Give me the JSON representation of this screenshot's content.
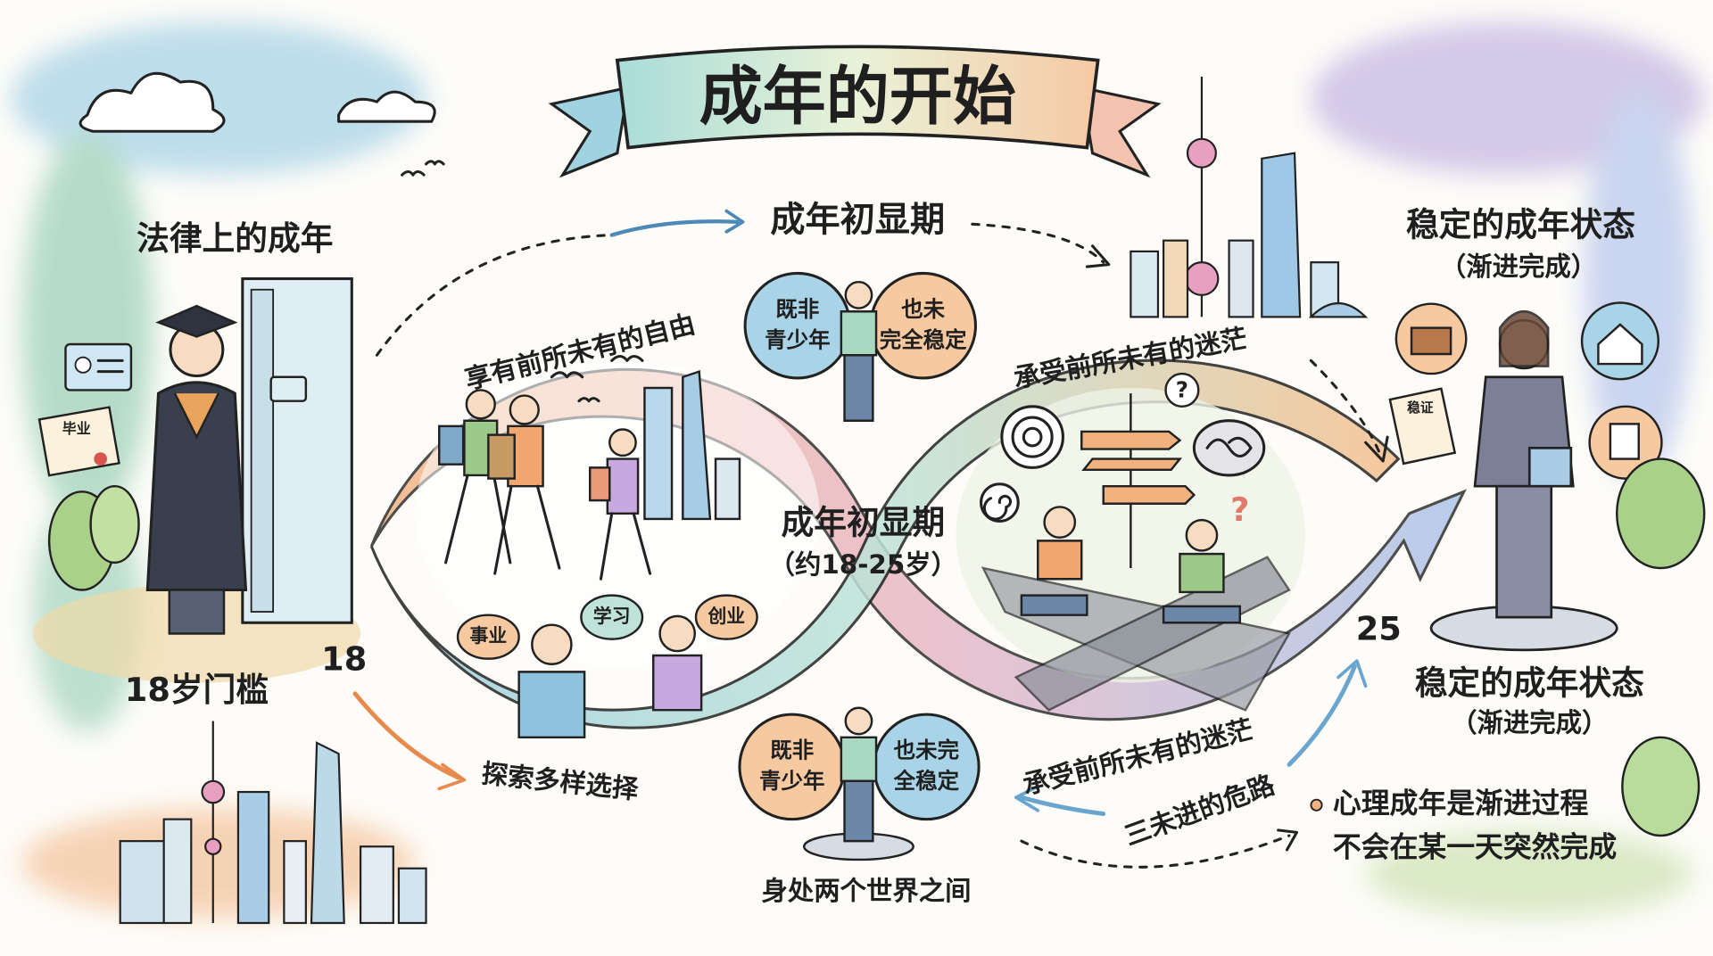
{
  "title": "成年的开始",
  "legal_adulthood": {
    "heading": "法律上的成年",
    "threshold_label": "18岁门槛",
    "age": "18",
    "diploma_label": "毕业"
  },
  "emerging_top": {
    "heading": "成年初显期"
  },
  "stable_top": {
    "heading": "稳定的成年状态",
    "sub": "（渐进完成）",
    "certificate_label": "稳证"
  },
  "stable_bottom": {
    "heading": "稳定的成年状态",
    "sub": "（渐进完成）",
    "age": "25"
  },
  "center": {
    "heading": "成年初显期",
    "range": "（约18-25岁）"
  },
  "left_loop": {
    "arc_label": "享有前所未有的自由",
    "bottom_label": "探索多样选择",
    "bubbles": [
      "事业",
      "学习",
      "创业"
    ]
  },
  "right_loop": {
    "arc_label": "承受前所未有的迷茫",
    "bottom_label": "承受前所未有的迷茫",
    "path_label": "三未进的危路"
  },
  "between_top": {
    "left": [
      "既非",
      "青少年"
    ],
    "right": [
      "也未",
      "完全稳定"
    ]
  },
  "between_bottom": {
    "left": [
      "既非",
      "青少年"
    ],
    "right": [
      "也未完",
      "全稳定"
    ],
    "caption": "身处两个世界之间"
  },
  "note": {
    "line1": "心理成年是渐进过程",
    "line2": "不会在某一天突然完成"
  },
  "colors": {
    "blue": "#8fc3dd",
    "orange": "#f2b27e",
    "green": "#9cc98a",
    "purple": "#b9a6d6",
    "ink": "#1f1f1f"
  }
}
